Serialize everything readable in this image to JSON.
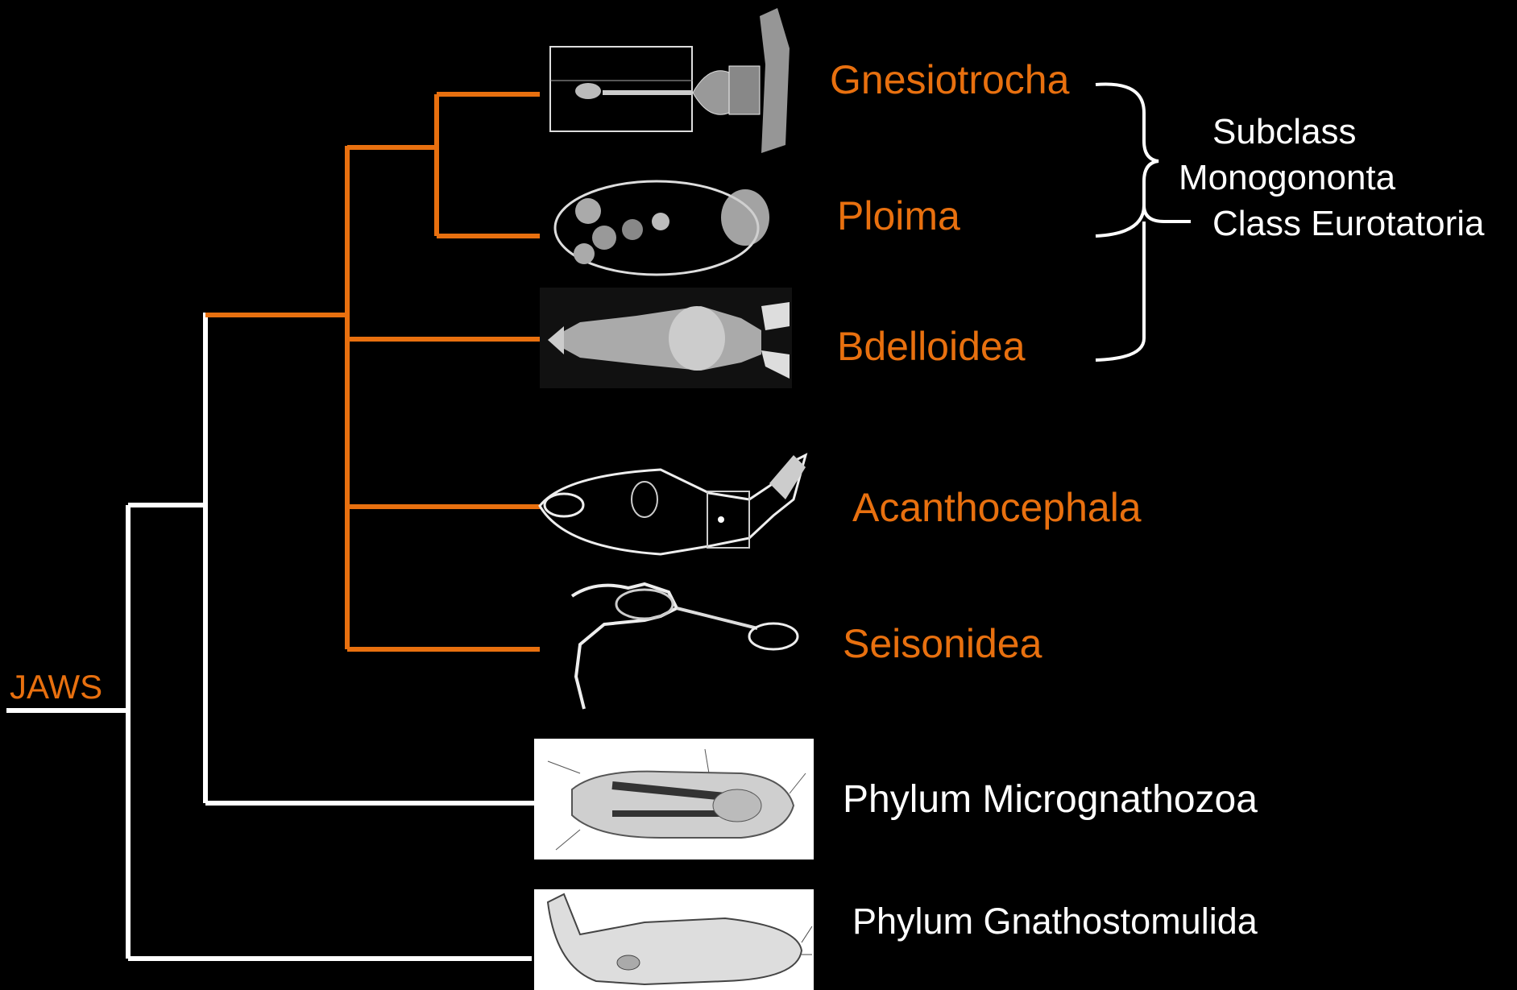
{
  "colors": {
    "background": "#000000",
    "highlight": "#E8700F",
    "base": "#FFFFFF"
  },
  "root_label": "JAWS",
  "taxa": {
    "gnesiotrocha": "Gnesiotrocha",
    "ploima": "Ploima",
    "bdelloidea": "Bdelloidea",
    "acanthocephala": "Acanthocephala",
    "seisonidea": "Seisonidea",
    "micrognathozoa": "Phylum Micrognathozoa",
    "gnathostomulida": "Phylum Gnathostomulida"
  },
  "bracket_labels": {
    "subclass": "Subclass",
    "monogononta": "Monogononta",
    "class": "Class Eurotatoria"
  }
}
